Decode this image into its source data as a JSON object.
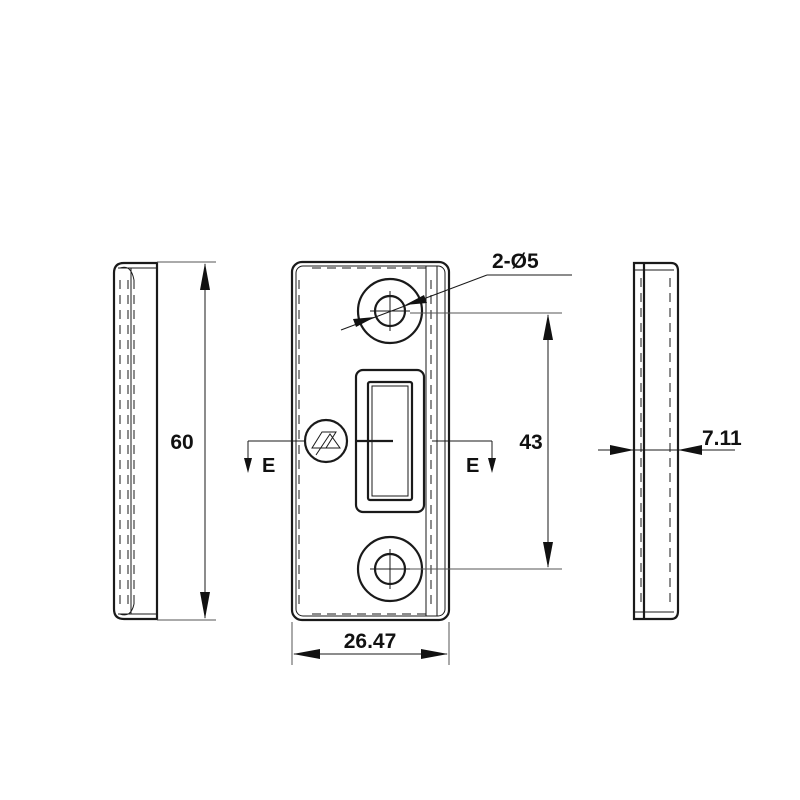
{
  "drawing": {
    "title": "Strike plate technical drawing",
    "views": [
      "side-view-left",
      "front-view",
      "side-view-right"
    ],
    "dimensions": {
      "height": "60",
      "hole_spacing": "43",
      "width": "26.47",
      "thickness": "7.11",
      "hole_callout": "2-Ø5"
    },
    "section_markers": {
      "left": "E",
      "right": "E"
    },
    "line_color": "#1a1a1a",
    "background": "#ffffff"
  }
}
